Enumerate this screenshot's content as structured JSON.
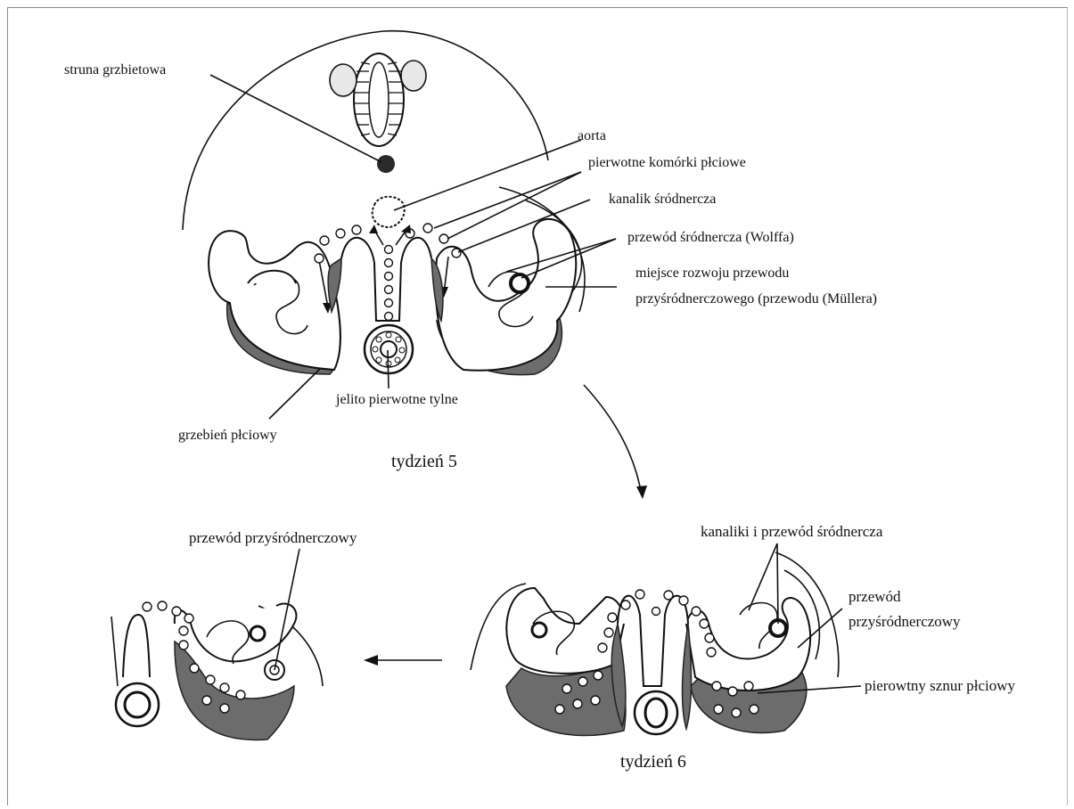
{
  "labels": {
    "struna": "struna grzbietowa",
    "aorta": "aorta",
    "pierwotne_komorki": "pierwotne komórki płciowe",
    "kanalik": "kanalik śródnercza",
    "przewod_wolffa": "przewód śródnercza (Wolffa)",
    "miejsce_line1": "miejsce rozwoju przewodu",
    "miejsce_line2": "przyśródnerczowego (przewodu (Müllera)",
    "jelito": "jelito pierwotne tylne",
    "grzebien": "grzebień płciowy",
    "tydzien5": "tydzień 5",
    "przewod_przysrod_left": "przewód przyśródnerczowy",
    "kanaliki_przewod": "kanaliki i przewód śródnercza",
    "przewod_right_line1": "przewód",
    "przewod_right_line2": "przyśródnerczowy",
    "sznur": "pierowtny sznur płciowy",
    "tydzien6": "tydzień 6"
  }
}
